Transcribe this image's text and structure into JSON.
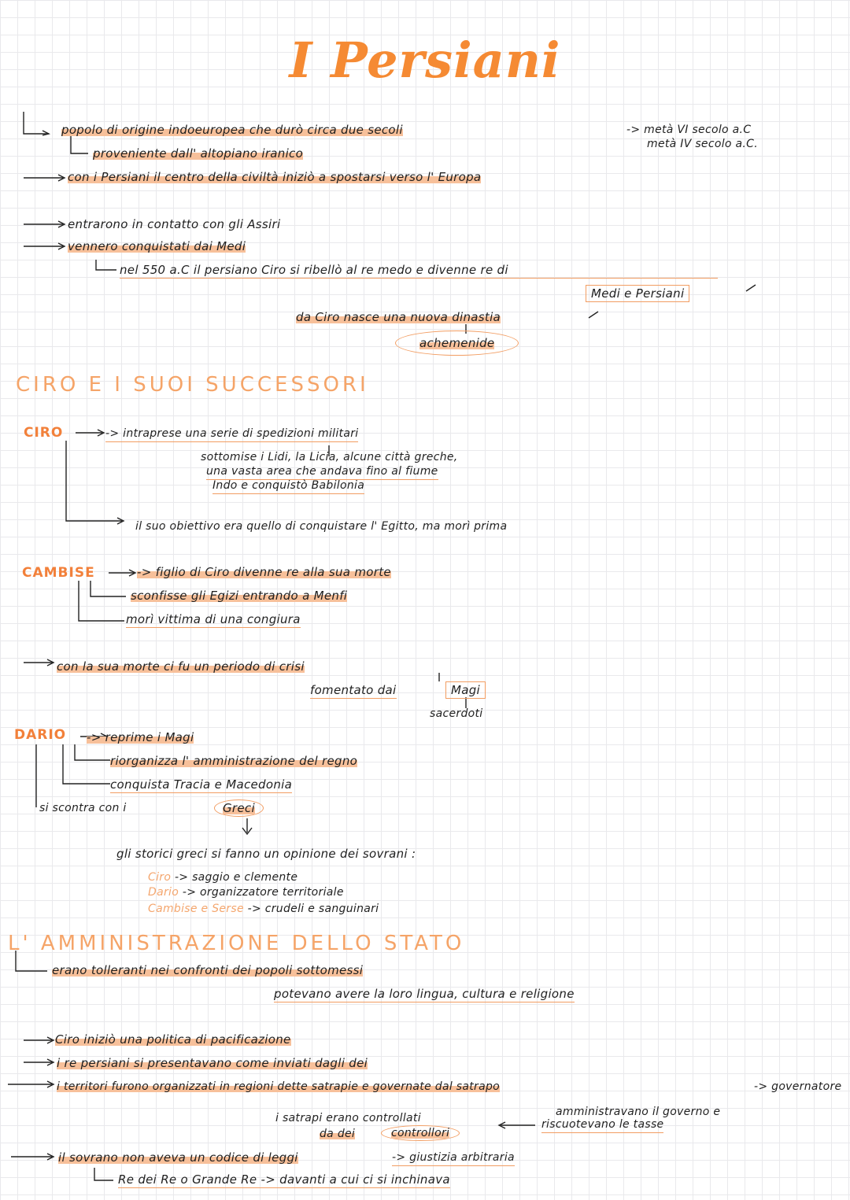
{
  "title": "I Persiani",
  "intro": {
    "l1": "popolo di origine indoeuropea che durò circa due secoli",
    "l1_note": "-> metà VI secolo a.C",
    "l1_note2": "metà IV secolo a.C.",
    "l2": "proveniente dall' altopiano iranico",
    "l3": "con i Persiani il centro della civiltà iniziò a spostarsi verso l' Europa",
    "l4": "entrarono in contatto con gli Assiri",
    "l5": "vennero conquistati dai Medi",
    "l6": "nel 550 a.C il persiano Ciro si ribellò al re medo e divenne re di",
    "l6_box": "Medi e Persiani",
    "l7": "da Ciro nasce una nuova dinastia",
    "l7_oval": "achemenide"
  },
  "sec1": {
    "heading": "CIRO E I SUOI SUCCESSORI",
    "ciro": {
      "name": "CIRO",
      "a": "-> intraprese una serie di spedizioni militari",
      "b1": "sottomise i Lidi, la Licia, alcune città greche,",
      "b2": "una vasta area che andava fino al fiume",
      "b3": "Indo e conquistò Babilonia",
      "c": "il suo obiettivo era quello di conquistare l' Egitto, ma morì prima"
    },
    "cambise": {
      "name": "CAMBISE",
      "a": "-> figlio di Ciro divenne re alla sua morte",
      "b": "sconfisse gli Egizi entrando a Menfi",
      "c": "morì vittima di una congiura"
    },
    "crisi": {
      "a": "con la sua morte ci fu un periodo di crisi",
      "b": "fomentato dai",
      "b_box": "Magi",
      "c": "sacerdoti"
    },
    "dario": {
      "name": "DARIO",
      "a": "-> reprime i Magi",
      "b": "riorganizza l' amministrazione del regno",
      "c": "conquista Tracia e Macedonia",
      "d": "si scontra con i",
      "d_circle": "Greci",
      "e": "gli storici greci si fanno un opinione dei sovrani :",
      "f1_name": "Ciro",
      "f1": "-> saggio e clemente",
      "f2_name": "Dario",
      "f2": "-> organizzatore territoriale",
      "f3_name": "Cambise e Serse",
      "f3": "-> crudeli e sanguinari"
    }
  },
  "sec2": {
    "heading": "L' AMMINISTRAZIONE DELLO STATO",
    "a": "erano tolleranti nei confronti dei popoli sottomessi",
    "b": "potevano avere la loro lingua, cultura e religione",
    "c": "Ciro iniziò una politica di pacificazione",
    "d": "i re persiani si presentavano come inviati dagli dei",
    "e": "i territori furono organizzati in regioni dette satrapie e governate dal satrapo",
    "e_note": "-> governatore",
    "f": "i satrapi erano controllati",
    "f2": "da dei",
    "f2_oval": "controllori",
    "g1": "amministravano il governo e",
    "g2": "riscuotevano le tasse",
    "h": "il sovrano non aveva un codice di leggi",
    "h_note": "-> giustizia arbitraria",
    "i": "Re dei Re o Grande Re -> davanti a cui ci si inchinava"
  }
}
